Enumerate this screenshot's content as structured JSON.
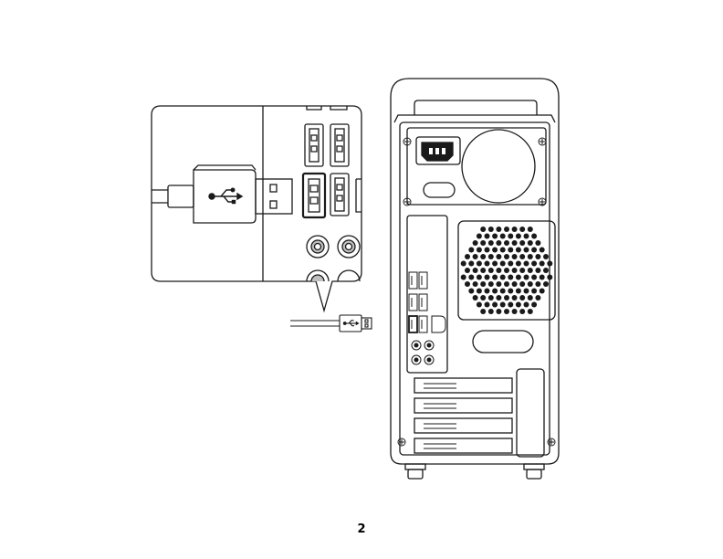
{
  "page": {
    "number": "2"
  },
  "illustration": {
    "subject": "usb-connection-to-desktop-rear-panel",
    "callout": "usb-plug-into-rear-usb-port",
    "line_color": "#1a1a1a",
    "fill_color": "#ffffff",
    "highlight_fill": "#bfbfbf",
    "icons": [
      "usb-trident-icon",
      "power-inlet-icon",
      "screw-icon",
      "vent-grille-icon"
    ]
  }
}
